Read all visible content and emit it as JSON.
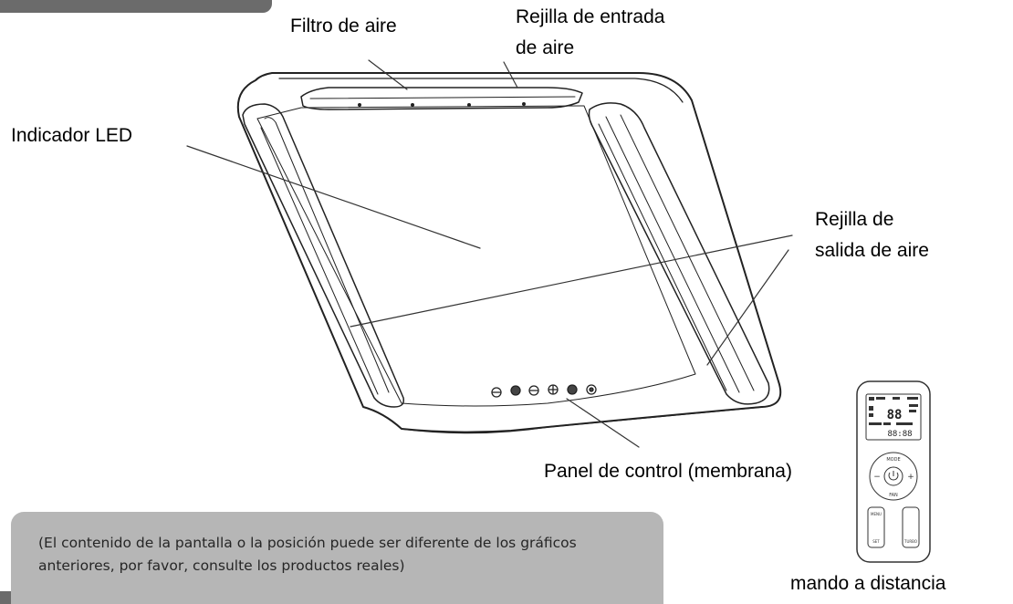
{
  "labels": {
    "air_filter": "Filtro de aire",
    "inlet_grille_line1": "Rejilla de entrada",
    "inlet_grille_line2": "de aire",
    "led_indicator": "Indicador LED",
    "outlet_grille_line1": "Rejilla de",
    "outlet_grille_line2": "salida de aire",
    "control_panel": "Panel de control (membrana)",
    "remote_control": "mando a distancia"
  },
  "note": {
    "text": "(El contenido de la pantalla o la posición puede ser diferente de los gráficos anteriores, por favor, consulte los productos reales)"
  },
  "remote": {
    "display_digits": "88",
    "display_time": "88:88",
    "mode_label": "MODE",
    "fan_label": "FAN",
    "minus": "−",
    "plus": "+",
    "menu_label": "MENU",
    "set_label": "SET",
    "turbo_label": "TURBO"
  }
}
